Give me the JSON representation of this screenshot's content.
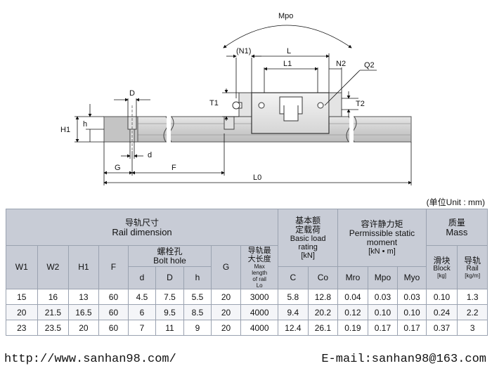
{
  "drawing": {
    "labels": {
      "mpo": "Mpo",
      "n1": "(N1)",
      "l": "L",
      "l1": "L1",
      "n2": "N2",
      "q2": "Q2",
      "d_top": "D",
      "t1": "T1",
      "t2": "T2",
      "h1": "H1",
      "h": "h",
      "d_small": "d",
      "g": "G",
      "f": "F",
      "l0": "L0"
    }
  },
  "unit_note": "(单位Unit : mm)",
  "table": {
    "group_rail_cn": "导轨尺寸",
    "group_rail_en": "Rail dimension",
    "group_load_cn1": "基本额",
    "group_load_cn2": "定载荷",
    "group_load_en1": "Basic load",
    "group_load_en2": "rating",
    "group_load_unit": "[kN]",
    "group_moment_cn": "容许静力矩",
    "group_moment_en1": "Permissible static",
    "group_moment_en2": "moment",
    "group_moment_unit": "[kN • m]",
    "group_mass_cn": "质量",
    "group_mass_en": "Mass",
    "w1": "W1",
    "w2": "W2",
    "h1": "H1",
    "f": "F",
    "bolt_cn": "螺栓孔",
    "bolt_en": "Bolt hole",
    "g": "G",
    "maxlen_cn1": "导轨最",
    "maxlen_cn2": "大长度",
    "maxlen_en1": "Max",
    "maxlen_en2": "length",
    "maxlen_en3": "of rail",
    "maxlen_en4": "Lo",
    "d": "d",
    "D": "D",
    "h": "h",
    "c": "C",
    "co": "Co",
    "mro": "Mro",
    "mpo": "Mpo",
    "myo": "Myo",
    "block_cn": "滑块",
    "block_en": "Block",
    "block_unit": "[kg]",
    "rail_cn": "导轨",
    "rail_en": "Rail",
    "rail_unit": "[kg/m]",
    "rows": [
      [
        "15",
        "16",
        "13",
        "60",
        "4.5",
        "7.5",
        "5.5",
        "20",
        "3000",
        "5.8",
        "12.8",
        "0.04",
        "0.03",
        "0.03",
        "0.10",
        "1.3"
      ],
      [
        "20",
        "21.5",
        "16.5",
        "60",
        "6",
        "9.5",
        "8.5",
        "20",
        "4000",
        "9.4",
        "20.2",
        "0.12",
        "0.10",
        "0.10",
        "0.24",
        "2.2"
      ],
      [
        "23",
        "23.5",
        "20",
        "60",
        "7",
        "11",
        "9",
        "20",
        "4000",
        "12.4",
        "26.1",
        "0.19",
        "0.17",
        "0.17",
        "0.37",
        "3"
      ]
    ]
  },
  "footer": {
    "url": "http://www.sanhan98.com/",
    "email": "E-mail:sanhan98@163.com"
  }
}
